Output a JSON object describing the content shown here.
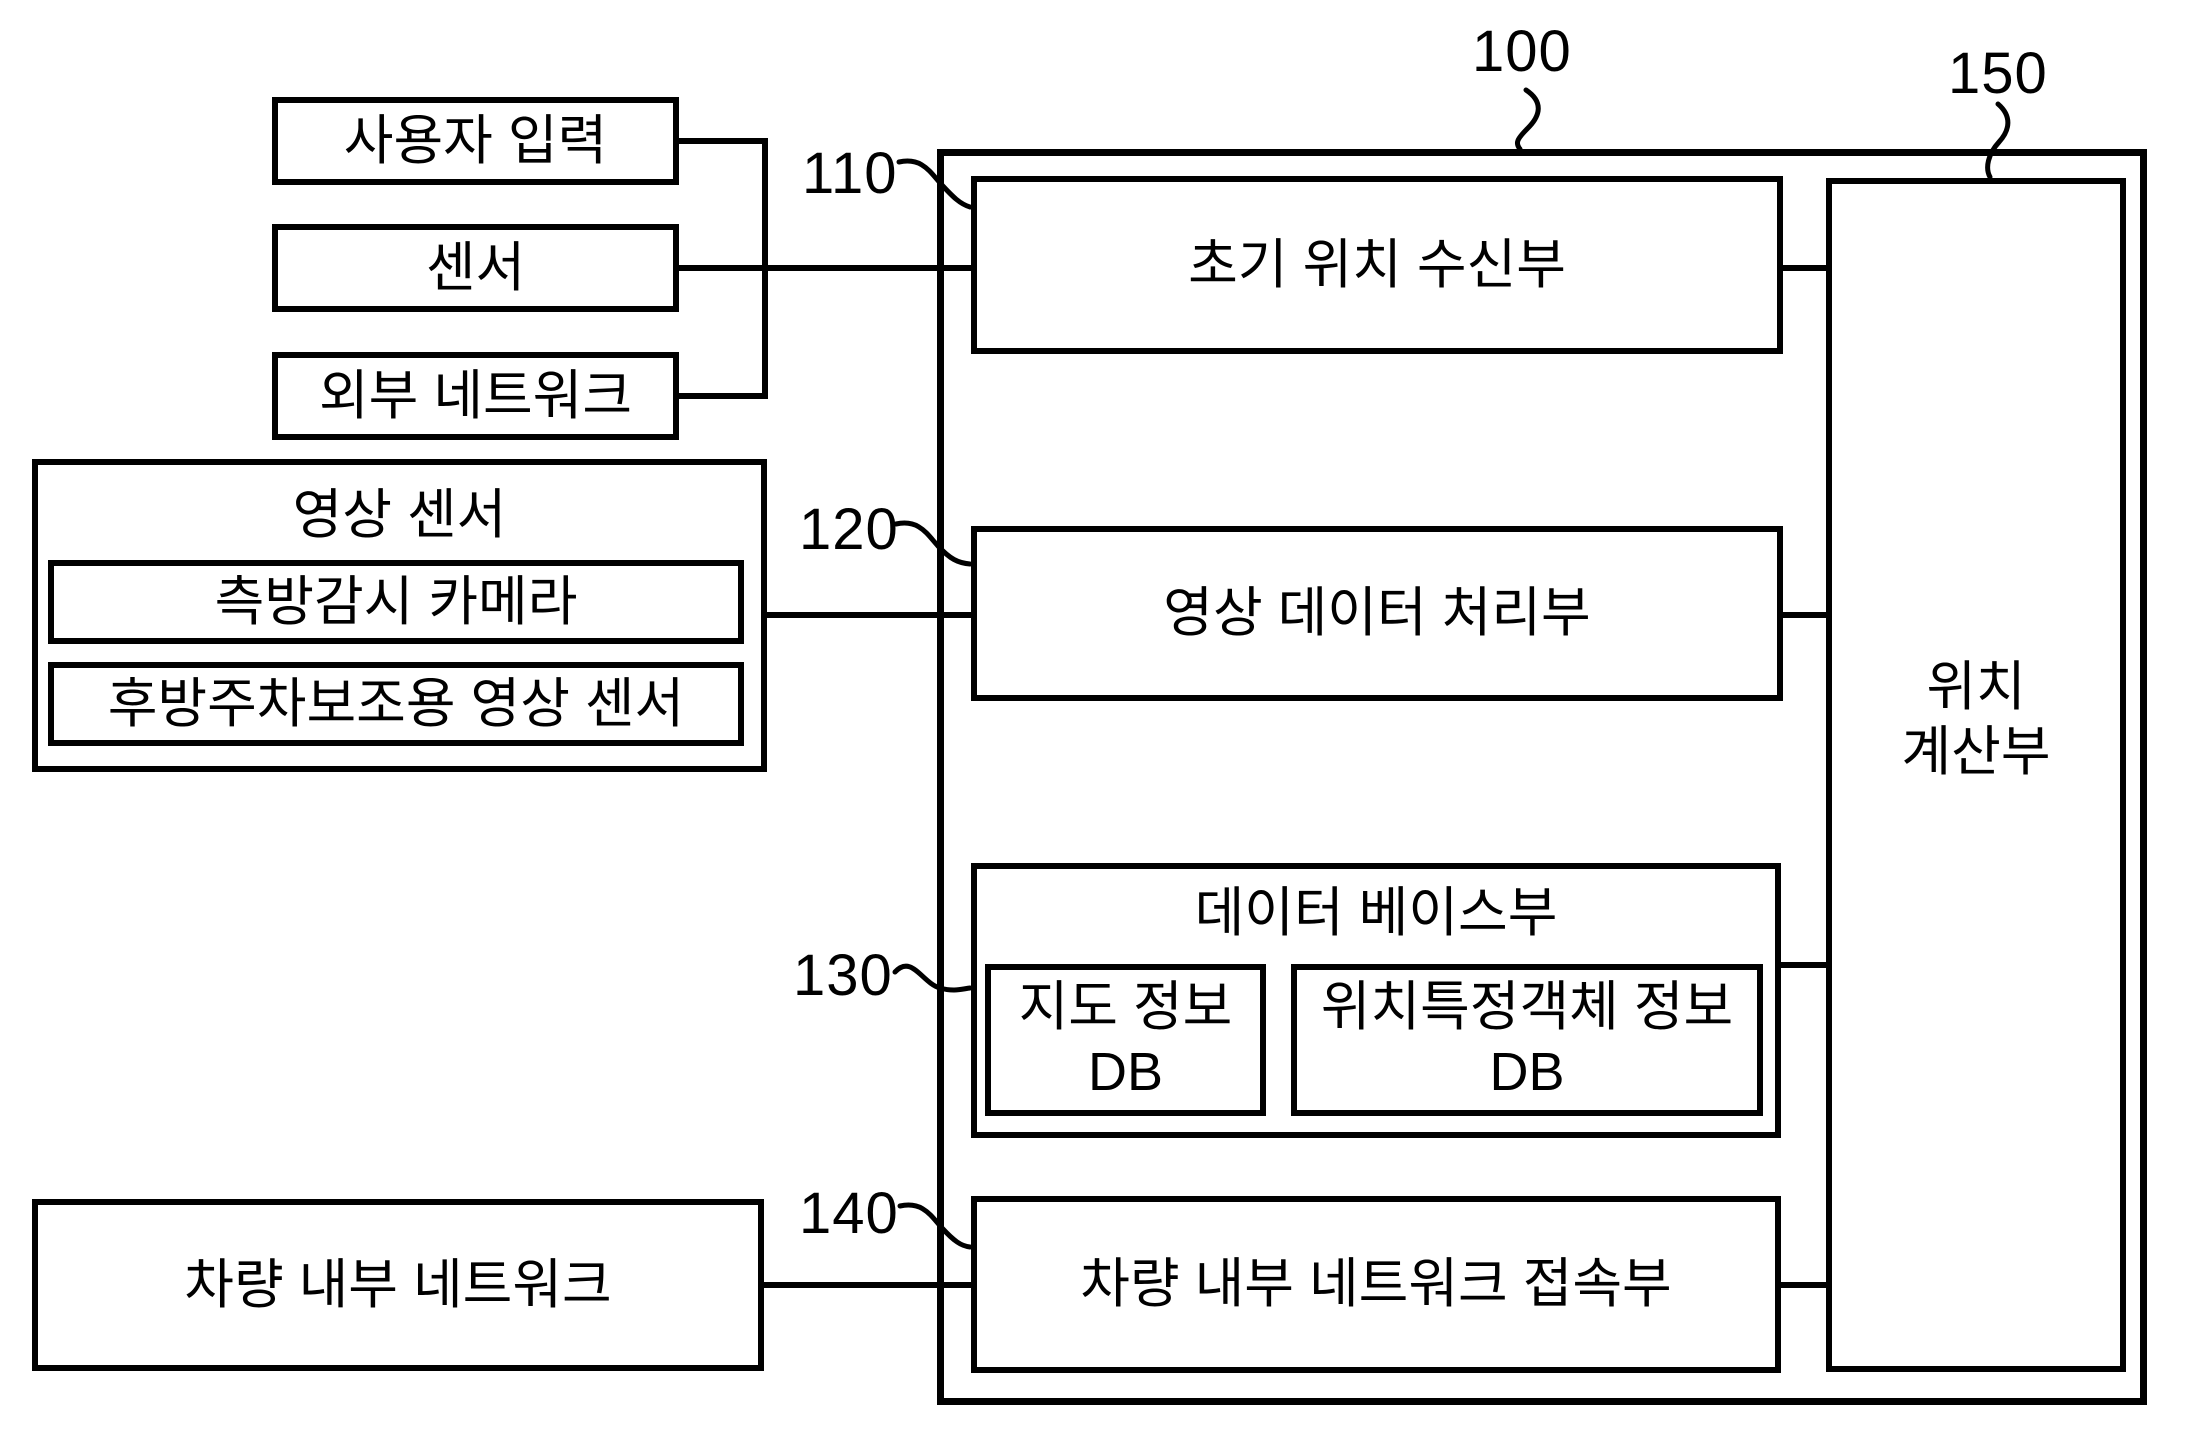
{
  "figure": {
    "refs": {
      "r100": "100",
      "r110": "110",
      "r120": "120",
      "r130": "130",
      "r140": "140",
      "r150": "150"
    },
    "inputs": {
      "user_input": "사용자 입력",
      "sensor": "센서",
      "external_network": "외부 네트워크",
      "image_sensor": {
        "title": "영상 센서",
        "side_camera": "측방감시 카메라",
        "rear_parking_sensor": "후방주차보조용 영상 센서"
      },
      "vehicle_network": "차량 내부 네트워크"
    },
    "device": {
      "initial_position_receiver": "초기 위치 수신부",
      "image_data_processor": "영상 데이터 처리부",
      "database": {
        "title": "데이터 베이스부",
        "map_db_line1": "지도 정보",
        "map_db_line2": "DB",
        "object_db_line1": "위치특정객체 정보",
        "object_db_line2": "DB"
      },
      "vehicle_network_connector": "차량 내부 네트워크 접속부",
      "position_calculator_line1": "위치",
      "position_calculator_line2": "계산부"
    }
  }
}
